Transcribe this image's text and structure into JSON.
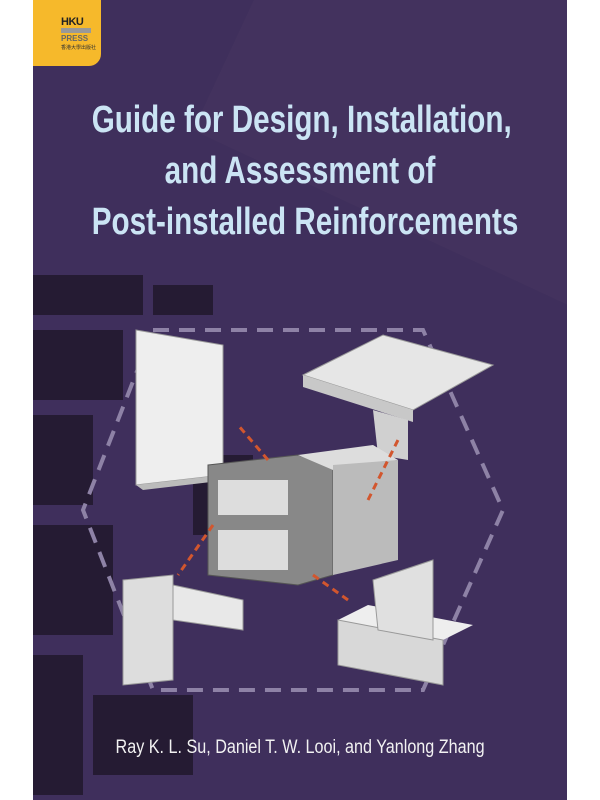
{
  "publisher_logo": {
    "line1": "HKU",
    "line2": "PRESS",
    "line3": "香港大學出版社"
  },
  "title_lines": [
    "Guide for Design, Installation,",
    "and Assessment of",
    "Post-installed Reinforcements"
  ],
  "authors": "Ray K. L. Su, Daniel T. W. Looi, and Yanlong Zhang",
  "colors": {
    "background": "#3f2f5c",
    "logo": "#f6b92b",
    "title": "#cbe4f4",
    "arrow": "#d2562e"
  }
}
